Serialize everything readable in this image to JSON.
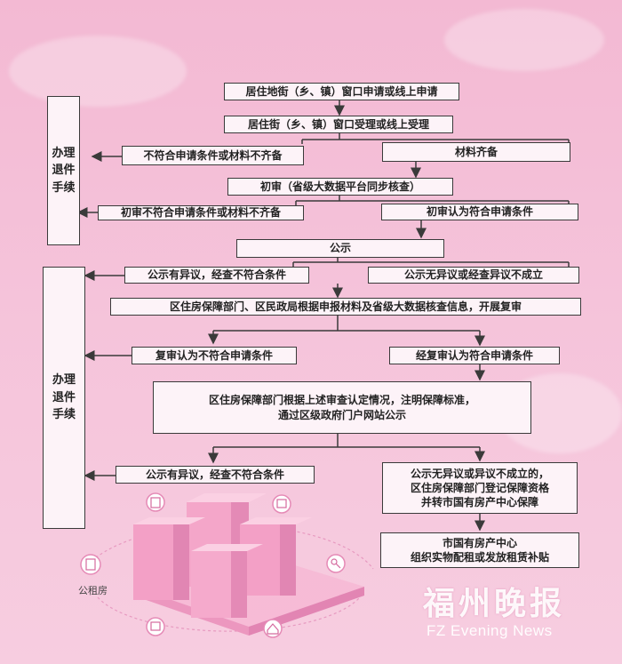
{
  "steps": {
    "s1": "居住地街（乡、镇）窗口申请或线上申请",
    "s2": "居住街（乡、镇）窗口受理或线上受理",
    "s3_no": "不符合申请条件或材料不齐备",
    "s3_yes": "材料齐备",
    "s4": "初审（省级大数据平台同步核查）",
    "s5_no": "初审不符合申请条件或材料不齐备",
    "s5_yes": "初审认为符合申请条件",
    "s6": "公示",
    "s7_no": "公示有异议，经查不符合条件",
    "s7_yes": "公示无异议或经查异议不成立",
    "s8": "区住房保障部门、区民政局根据申报材料及省级大数据核查信息，开展复审",
    "s9_no": "复审认为不符合申请条件",
    "s9_yes": "经复审认为符合申请条件",
    "s10_l1": "区住房保障部门根据上述审查认定情况，注明保障标准，",
    "s10_l2": "通过区级政府门户网站公示",
    "s11_no": "公示有异议，经查不符合条件",
    "s11_l1": "公示无异议或异议不成立的，",
    "s11_l2": "区住房保障部门登记保障资格",
    "s11_l3": "并转市国有房产中心保障",
    "s12_l1": "市国有房产中心",
    "s12_l2": "组织实物配租或发放租赁补贴"
  },
  "side_labels": {
    "top": [
      "办理",
      "退件",
      "手续"
    ],
    "bottom": [
      "办理",
      "退件",
      "手续"
    ]
  },
  "illustration": {
    "label": "公租房"
  },
  "brand": {
    "cn": "福州晚报",
    "en": "FZ Evening News"
  },
  "colors": {
    "background": "#f4bfd8",
    "box": "#fdf3f8",
    "line": "#3a3a3a",
    "building": "#f08cb8"
  }
}
